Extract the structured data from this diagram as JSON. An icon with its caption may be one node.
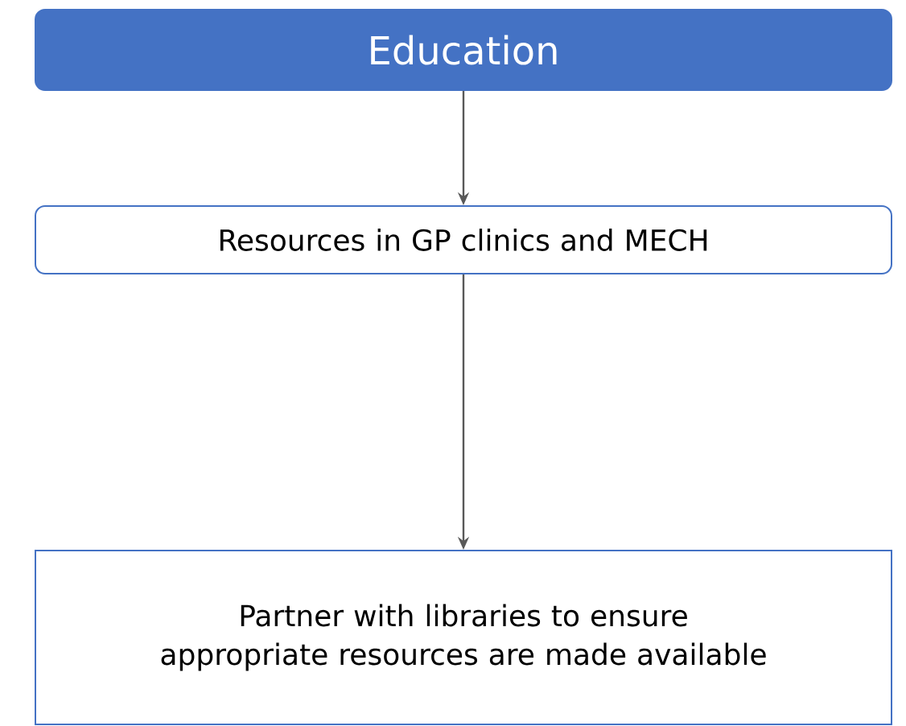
{
  "diagram": {
    "nodes": [
      {
        "text": [
          "Education"
        ]
      },
      {
        "text": [
          "Resources in GP clinics and MECH"
        ]
      },
      {
        "text": [
          "Partner with libraries to ensure appropriate resources are made available"
        ]
      }
    ],
    "edges": [
      {
        "from": 0,
        "to": 1,
        "arrow": "to"
      },
      {
        "from": 1,
        "to": 2,
        "arrow": "to"
      }
    ]
  }
}
